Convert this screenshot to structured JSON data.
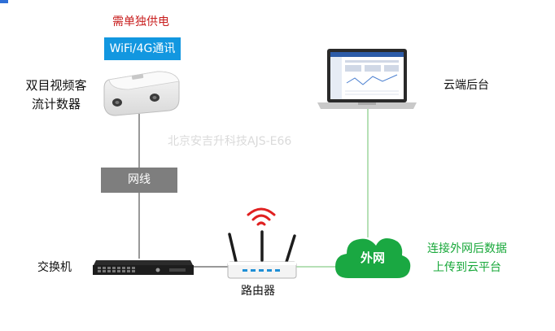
{
  "camera": {
    "power_note": "需单独供电",
    "comm_label": "WiFi/4G通讯",
    "label_line1": "双目视频客",
    "label_line2": "流计数器"
  },
  "watermark": "北京安吉升科技AJS-E66",
  "cable_label": "网线",
  "switch_label": "交换机",
  "router_label": "路由器",
  "cloud_backend_label": "云端后台",
  "internet_label": "外网",
  "upload_note": {
    "line1": "连接外网后数据",
    "line2": "上传到云平台"
  },
  "colors": {
    "power_note": "#c81e1e",
    "comm_badge": "#1297e0",
    "cable_badge": "#7e7e7e",
    "cloud": "#1aa842",
    "upload_note": "#18a83a",
    "wifi_signal": "#e02020"
  }
}
